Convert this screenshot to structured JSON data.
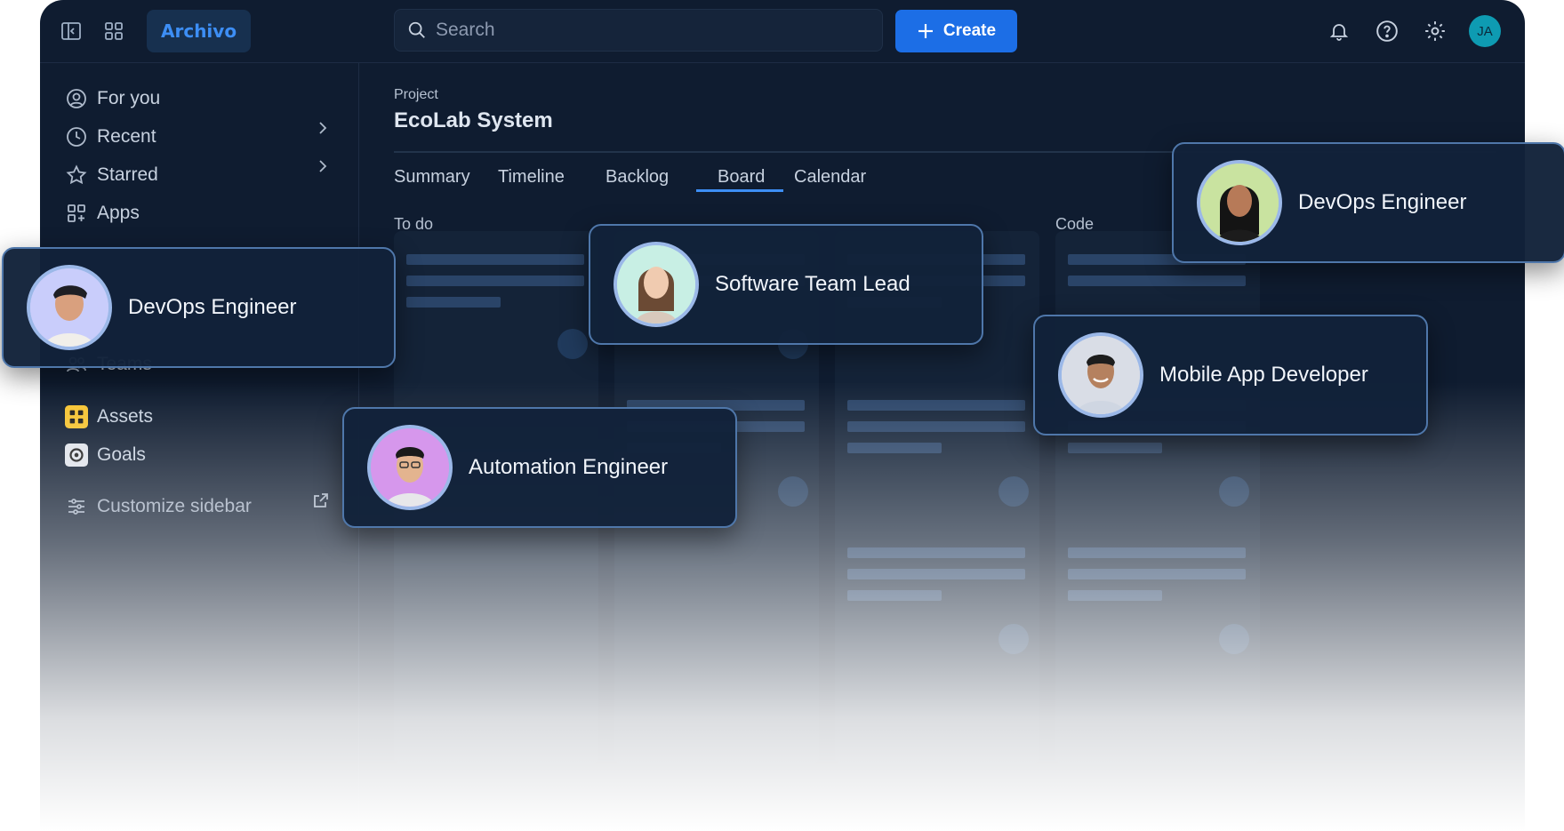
{
  "brand": {
    "name": "Archivo"
  },
  "topbar": {
    "search_placeholder": "Search",
    "create_label": "Create",
    "user_initials": "JA"
  },
  "sidebar": {
    "items": [
      {
        "label": "For you",
        "icon": "user-circle-icon"
      },
      {
        "label": "Recent",
        "icon": "clock-icon"
      },
      {
        "label": "Starred",
        "icon": "star-icon"
      },
      {
        "label": "Apps",
        "icon": "apps-grid-icon"
      },
      {
        "label": "Teams",
        "icon": "people-icon"
      },
      {
        "label": "Assets",
        "icon": "assets-icon"
      },
      {
        "label": "Goals",
        "icon": "target-icon"
      }
    ],
    "customize_label": "Customize sidebar"
  },
  "project": {
    "label": "Project",
    "title": "EcoLab System",
    "tabs": [
      "Summary",
      "Timeline",
      "Backlog",
      "Board",
      "Calendar"
    ],
    "active_tab": "Board",
    "columns": [
      "To do",
      "",
      "",
      "Code"
    ]
  },
  "cards": [
    {
      "role": "DevOps Engineer",
      "avatar_bg": "#c9cdfb"
    },
    {
      "role": "Software Team Lead",
      "avatar_bg": "#c8efe4"
    },
    {
      "role": "DevOps Engineer",
      "avatar_bg": "#c9e3a0"
    },
    {
      "role": "Mobile App Developer",
      "avatar_bg": "#d9dde6"
    },
    {
      "role": "Automation Engineer",
      "avatar_bg": "#d697ec"
    }
  ],
  "colors": {
    "accent": "#1c6ee6",
    "brand": "#3d8ef5",
    "background": "#0f1c30"
  }
}
